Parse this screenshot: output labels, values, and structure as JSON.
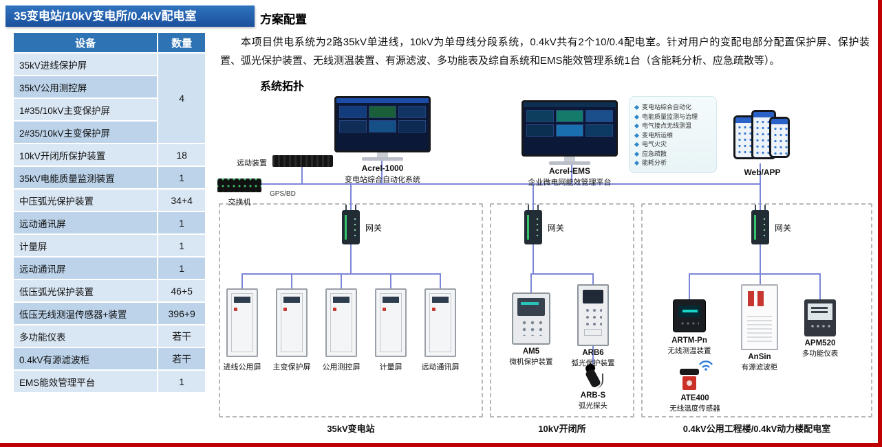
{
  "colors": {
    "banner_bg": "#1e5fae",
    "table_header_bg": "#2e74b5",
    "row_light": "#d9e6f3",
    "row_dark": "#bcd3ea",
    "connector_line": "#7b86d8",
    "accent_red": "#c00000"
  },
  "banner": {
    "title": "35变电站/10kV变电所/0.4kV配电室"
  },
  "equipment_table": {
    "headers": {
      "device": "设备",
      "qty": "数量"
    },
    "merged_qty": "4",
    "rows": [
      {
        "device": "35kV进线保护屏"
      },
      {
        "device": "35kV公用测控屏"
      },
      {
        "device": "1#35/10kV主变保护屏"
      },
      {
        "device": "2#35/10kV主变保护屏"
      },
      {
        "device": "10kV开闭所保护装置",
        "qty": "18"
      },
      {
        "device": "35kV电能质量监测装置",
        "qty": "1"
      },
      {
        "device": "中压弧光保护装置",
        "qty": "34+4"
      },
      {
        "device": "远动通讯屏",
        "qty": "1"
      },
      {
        "device": "计量屏",
        "qty": "1"
      },
      {
        "device": "远动通讯屏",
        "qty": "1"
      },
      {
        "device": "低压弧光保护装置",
        "qty": "46+5"
      },
      {
        "device": "低压无线测温传感器+装置",
        "qty": "396+9"
      },
      {
        "device": "多功能仪表",
        "qty": "若干"
      },
      {
        "device": "0.4kV有源滤波柜",
        "qty": "若干"
      },
      {
        "device": "EMS能效管理平台",
        "qty": "1"
      }
    ]
  },
  "scheme": {
    "title": "方案配置",
    "body": "本项目供电系统为2路35kV单进线，10kV为单母线分段系统，0.4kV共有2个10/0.4配电室。针对用户的变配电部分配置保护屏、保护装置、弧光保护装置、无线测温装置、有源滤波、多功能表及综自系统和EMS能效管理系统1台（含能耗分析、应急疏散等）。"
  },
  "topology": {
    "title": "系统拓扑",
    "acrel1000": {
      "name": "Acrel-1000",
      "desc": "变电站综合自动化系统"
    },
    "acrelems": {
      "name": "Acrel-EMS",
      "desc": "企业微电网能效管理平台"
    },
    "webapp": "Web/APP",
    "remote_device": "远动装置",
    "switch": "交换机",
    "gps": "GPS/BD",
    "gateway": "网关",
    "features": [
      "变电站综合自动化",
      "电能质量监测与治理",
      "电气接点无线测温",
      "变电所运维",
      "电气火灾",
      "应急疏散",
      "能耗分析"
    ],
    "zone1": {
      "label": "35kV变电站",
      "cabinets": [
        "进线公用屏",
        "主变保护屏",
        "公用测控屏",
        "计量屏",
        "远动通讯屏"
      ]
    },
    "zone2": {
      "label": "10kV开闭所",
      "devices": [
        {
          "name": "AM5",
          "desc": "微机保护装置"
        },
        {
          "name": "ARB6",
          "desc": "弧光保护装置"
        },
        {
          "name": "ARB-S",
          "desc": "弧光探头"
        }
      ]
    },
    "zone3": {
      "label": "0.4kV公用工程楼/0.4kV动力楼配电室",
      "devices": [
        {
          "name": "ARTM-Pn",
          "desc": "无线测温装置"
        },
        {
          "name": "AnSin",
          "desc": "有源滤波柜"
        },
        {
          "name": "APM520",
          "desc": "多功能仪表"
        },
        {
          "name": "ATE400",
          "desc": "无线温度传感器"
        }
      ]
    }
  }
}
